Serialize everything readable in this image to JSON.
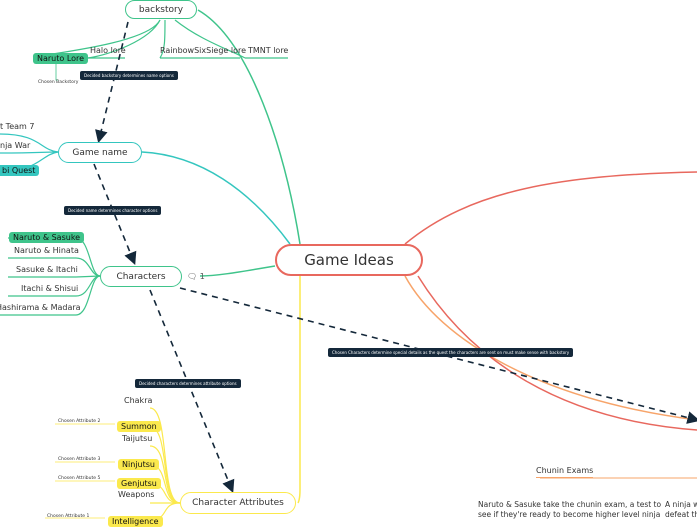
{
  "central": "Game Ideas",
  "backstory": {
    "label": "backstory",
    "items": [
      "Naruto Lore",
      "Halo lore",
      "RainbowSixSiege lore",
      "TMNT lore"
    ],
    "chosen_note": "Chosen Backstory",
    "relation": "Decided backstory determines name options"
  },
  "game_name": {
    "label": "Game name",
    "items": [
      "t Team 7",
      "nja War",
      "bi Quest"
    ],
    "relation": "Decided name determines character options"
  },
  "characters": {
    "label": "Characters",
    "comment_count": "1",
    "items": [
      "Naruto & Sasuke",
      "Naruto & Hinata",
      "Sasuke & Itachi",
      "Itachi & Shisui",
      "Hashirama & Madara"
    ],
    "relation": "Decided characters determines attribute options"
  },
  "attributes": {
    "label": "Character Attributes",
    "items": [
      {
        "label": "Chakra",
        "note": ""
      },
      {
        "label": "Summon",
        "note": "Chosen Attribute 2"
      },
      {
        "label": "Taijutsu",
        "note": ""
      },
      {
        "label": "Ninjutsu",
        "note": "Chosen Attribute 3"
      },
      {
        "label": "Genjutsu",
        "note": "Chosen Attribute 5"
      },
      {
        "label": "Weapons",
        "note": ""
      },
      {
        "label": "Intelligence",
        "note": "Chosen Attribute 1"
      }
    ]
  },
  "plot_relation": "Chosen Characters determine special details as the quest the characters are sent on must make sense with backstory",
  "chunin": {
    "label": "Chunin Exams",
    "text_line1": "Naruto & Sasuke take the chunin exam, a test to",
    "text_line2": "see if they're ready to become higher level ninja"
  },
  "right_text": {
    "line1": "A ninja w",
    "line2": "defeat the"
  },
  "colors": {
    "central": "#e8685e",
    "teal": "#34c6bf",
    "green": "#3fc48b",
    "yellow": "#fbe94d",
    "orange": "#f7a46a",
    "navy": "#14283a"
  }
}
